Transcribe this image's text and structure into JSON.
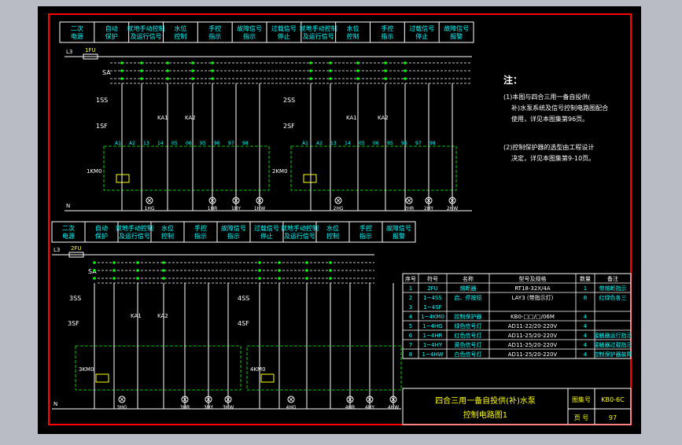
{
  "colors": {
    "paper": "#000000",
    "border": "#ff0000",
    "frame": "#ffffff",
    "wire": "#ffffff",
    "contact": "#00ff00",
    "label": "#00ffff",
    "accent": "#ffff00",
    "background": "#b9bcc4"
  },
  "top": {
    "headers": [
      "二次\n电源",
      "自动\n保护",
      "就地手动控制\n及运行信号",
      "水位\n控制",
      "手控\n指示",
      "故障信号\n指示",
      "过载信号\n停止",
      "就地手动控制\n及运行信号",
      "水位\n控制",
      "手控\n指示",
      "过载信号\n停止",
      "故障信号\n报警"
    ],
    "bus_l": "L3",
    "bus_n": "N",
    "fuse": "1FU",
    "switch": "SA",
    "stop1": "1SS",
    "start1": "1SF",
    "stop2": "2SS",
    "start2": "2SF",
    "ka1": "KA1",
    "ka2": "KA2",
    "km1": "1KM0",
    "km2": "2KM0",
    "bottom_tags": [
      "1HG",
      "1HR",
      "1HY",
      "1HW",
      "2HG",
      "2HR",
      "2HY",
      "2HW"
    ],
    "contact_tags": [
      "A1",
      "A2",
      "13",
      "14",
      "05",
      "06",
      "95",
      "96",
      "97",
      "98"
    ]
  },
  "notes": {
    "title": "注：",
    "items": [
      "(1)本图与四合三用一备自投供(补)水泵系统及信号控制电路图配合使用，详见本图集第96页。",
      "(2)控制保护器的选型由工程设计决定，详见本图集第9-10页。"
    ]
  },
  "bottom": {
    "headers": [
      "二次\n电源",
      "自动\n保护",
      "就地手动控制\n及运行信号",
      "水位\n控制",
      "手控\n指示",
      "故障信号\n指示",
      "过载信号\n停止",
      "就地手动控制\n及运行信号",
      "水位\n控制",
      "手控\n指示",
      "故障信号\n报警"
    ],
    "bus_l": "L3",
    "bus_n": "N",
    "fuse": "2FU",
    "switch": "SA",
    "stop3": "3SS",
    "start3": "3SF",
    "stop4": "4SS",
    "start4": "4SF",
    "ka1": "KA1",
    "ka2": "KA2",
    "km3": "3KM0",
    "km4": "4KM0",
    "bottom_tags": [
      "3HG",
      "3HR",
      "3HY",
      "3HW",
      "4HG",
      "4HR",
      "4HY",
      "4HW"
    ]
  },
  "parts_table": {
    "headers": [
      "序号",
      "符号",
      "名称",
      "型号及规格",
      "数量",
      "备注"
    ],
    "rows": [
      [
        "1",
        "2FU",
        "熔断器",
        "RT18-32X/4A",
        "1",
        "带熔断指示"
      ],
      [
        "2\n3",
        "1~4SS\n1~4SF",
        "启、停按钮",
        "LAY3 (带指示灯)",
        "8",
        "红绿色各三"
      ],
      [
        "4",
        "1~4KM0",
        "控制保护器",
        "KB0-□□/□/06M",
        "4",
        ""
      ],
      [
        "5",
        "1~4HG",
        "绿色信号灯",
        "AD11-22/20-220V",
        "4",
        ""
      ],
      [
        "6",
        "1~4HR",
        "红色信号灯",
        "AD11-25/20-220V",
        "4",
        "接触器运行指示"
      ],
      [
        "7",
        "1~4HY",
        "黄色信号灯",
        "AD11-25/20-220V",
        "4",
        "接触器过载指示"
      ],
      [
        "8",
        "1~4HW",
        "白色信号灯",
        "AD11-25/20-220V",
        "4",
        "控制保护器故障"
      ]
    ]
  },
  "title_block": {
    "title_line1": "四合三用一备自投供(补)水泵",
    "title_line2": "控制电路图1",
    "atlas_label": "图集号",
    "atlas_value": "KB0-6C",
    "page_label": "页 号",
    "page_value": "97"
  }
}
